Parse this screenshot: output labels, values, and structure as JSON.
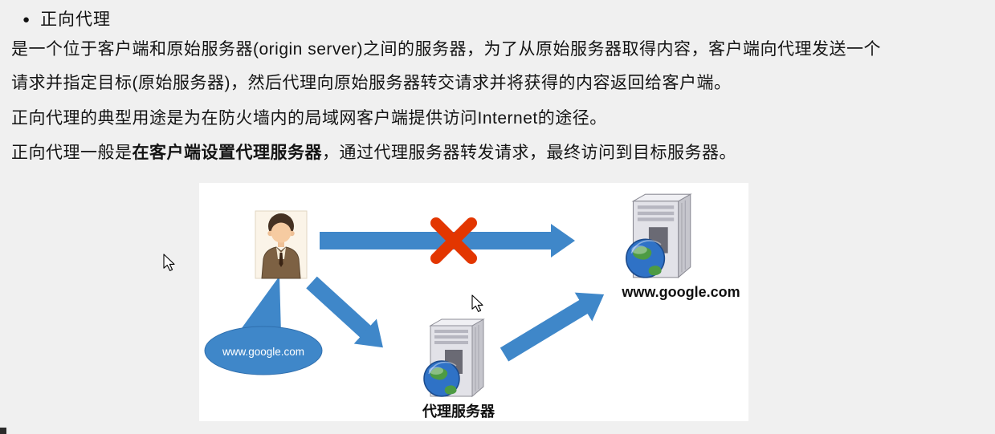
{
  "content": {
    "bullet": "●",
    "title": "正向代理",
    "lines": [
      "是一个位于客户端和原始服务器(origin server)之间的服务器，为了从原始服务器取得内容，客户端向代理发送一个",
      "请求并指定目标(原始服务器)，然后代理向原始服务器转交请求并将获得的内容返回给客户端。",
      "正向代理的典型用途是为在防火墙内的局域网客户端提供访问Internet的途径。"
    ],
    "line4_prefix": "正向代理一般是",
    "line4_bold": "在客户端设置代理服务器",
    "line4_suffix": "，通过代理服务器转发请求，最终访问到目标服务器。"
  },
  "diagram": {
    "client_bubble_label": "www.google.com",
    "origin_server_label": "www.google.com",
    "proxy_server_label": "代理服务器"
  },
  "colors": {
    "page_bg": "#f0f0f0",
    "diagram_bg": "#ffffff",
    "arrow_blue": "#3f87c9",
    "cross_red": "#e33600",
    "bubble_blue": "#3f87c9",
    "text": "#141414"
  }
}
